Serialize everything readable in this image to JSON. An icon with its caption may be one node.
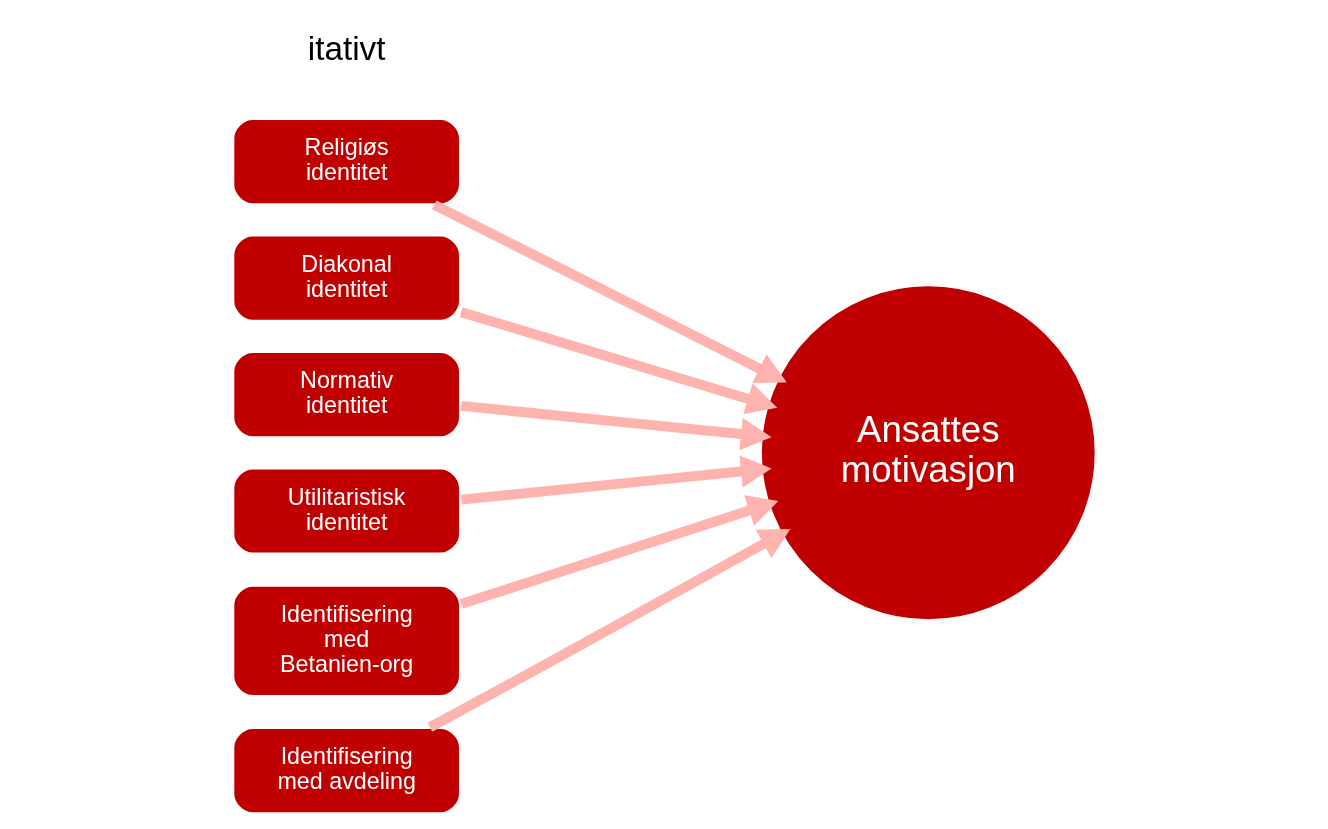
{
  "diagram": {
    "nodes": [
      {
        "text": [
          "Religiøs identitet"
        ]
      },
      {
        "text": [
          "Diakonal identitet"
        ]
      },
      {
        "text": [
          "Normativ identitet"
        ]
      },
      {
        "text": [
          "Utilitaristisk identitet"
        ]
      },
      {
        "text": [
          "Identifisering med Betanien-org"
        ]
      },
      {
        "text": [
          "Identifisering med avdeling"
        ]
      },
      {
        "text": [
          "Ansattes motivasjon"
        ]
      }
    ],
    "edges": [
      {
        "from": 0,
        "to": 6,
        "arrow": "to"
      },
      {
        "from": 1,
        "to": 6,
        "arrow": "to"
      },
      {
        "from": 2,
        "to": 6,
        "arrow": "to"
      },
      {
        "from": 3,
        "to": 6,
        "arrow": "to"
      },
      {
        "from": 4,
        "to": 6,
        "arrow": "to"
      },
      {
        "from": 5,
        "to": 6,
        "arrow": "to"
      }
    ],
    "labels": [
      "itativt"
    ]
  }
}
